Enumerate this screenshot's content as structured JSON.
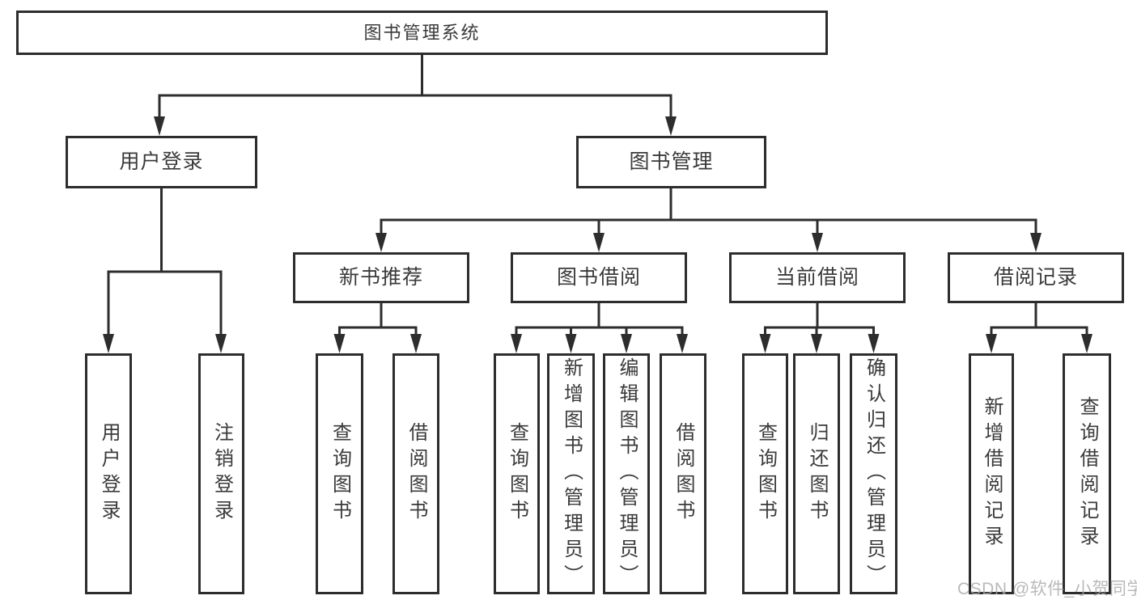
{
  "diagram": {
    "title": "图书管理系统",
    "root": {
      "label": "图书管理系统"
    },
    "level2": [
      {
        "label": "用户登录"
      },
      {
        "label": "图书管理"
      }
    ],
    "level3": [
      {
        "label": "新书推荐"
      },
      {
        "label": "图书借阅"
      },
      {
        "label": "当前借阅"
      },
      {
        "label": "借阅记录"
      }
    ],
    "leaves": {
      "login": [
        "用户登录",
        "注销登录"
      ],
      "recommend": [
        "查询图书",
        "借阅图书"
      ],
      "borrow": [
        "查询图书",
        "新增图书（管理员）",
        "编辑图书（管理员）",
        "借阅图书"
      ],
      "current": [
        "查询图书",
        "归还图书",
        "确认归还（管理员）"
      ],
      "records": [
        "新增借阅记录",
        "查询借阅记录"
      ]
    },
    "watermark": "CSDN @软件_小贺同学",
    "colors": {
      "line": "#2d2d2d",
      "text": "#3a3a3a",
      "watermark": "#a8a8a8",
      "background": "#ffffff"
    }
  }
}
